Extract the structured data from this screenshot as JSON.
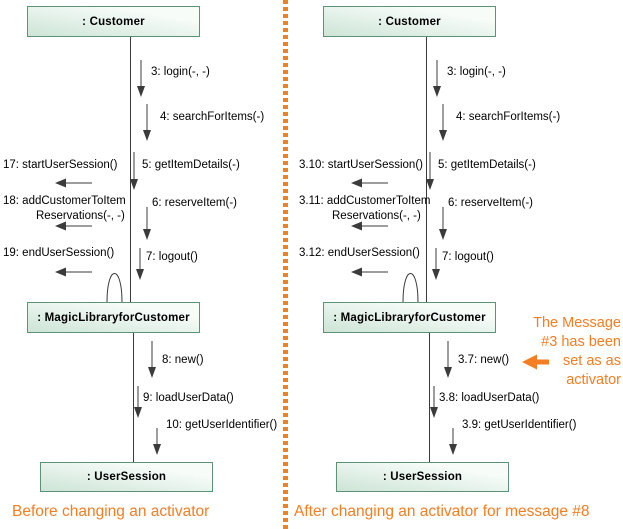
{
  "theme": {
    "accent": "#f57d22",
    "dash": "#ed8125",
    "box_border": "#5b9278",
    "box_fill_light": "#f7fcf9",
    "box_fill_dark": "#cde4d6",
    "line": "#3b3b3b",
    "text": "#000000"
  },
  "diagrams": [
    {
      "name": "before",
      "caption": "Before changing an activator",
      "objects": {
        "customer": ": Customer",
        "library": ": MagicLibraryforCustomer",
        "session": ": UserSession"
      },
      "messages": {
        "login": "3: login(-, -)",
        "search": "4: searchForItems(-)",
        "start_session": "17: startUserSession()",
        "get_item_details": "5: getItemDetails(-)",
        "add_customer_line1": "18: addCustomerToItem",
        "add_customer_line2": "Reservations(-, -)",
        "reserve_item": "6: reserveItem(-)",
        "end_session": "19: endUserSession()",
        "logout": "7: logout()",
        "new": "8: new()",
        "load_user_data": "9: loadUserData()",
        "get_user_identifier": "10: getUserIdentifier()"
      }
    },
    {
      "name": "after",
      "caption": "After changing an activator for message #8",
      "objects": {
        "customer": ": Customer",
        "library": ": MagicLibraryforCustomer",
        "session": ": UserSession"
      },
      "messages": {
        "login": "3: login(-, -)",
        "search": "4: searchForItems(-)",
        "start_session": "3.10: startUserSession()",
        "get_item_details": "5: getItemDetails(-)",
        "add_customer_line1": "3.11: addCustomerToItem",
        "add_customer_line2": "Reservations(-, -)",
        "reserve_item": "6: reserveItem(-)",
        "end_session": "3.12: endUserSession()",
        "logout": "7: logout()",
        "new": "3.7: new()",
        "load_user_data": "3.8: loadUserData()",
        "get_user_identifier": "3.9: getUserIdentifier()"
      },
      "annotation": {
        "lines": [
          "The Message",
          "#3 has been",
          "set as as",
          "activator"
        ]
      }
    }
  ]
}
